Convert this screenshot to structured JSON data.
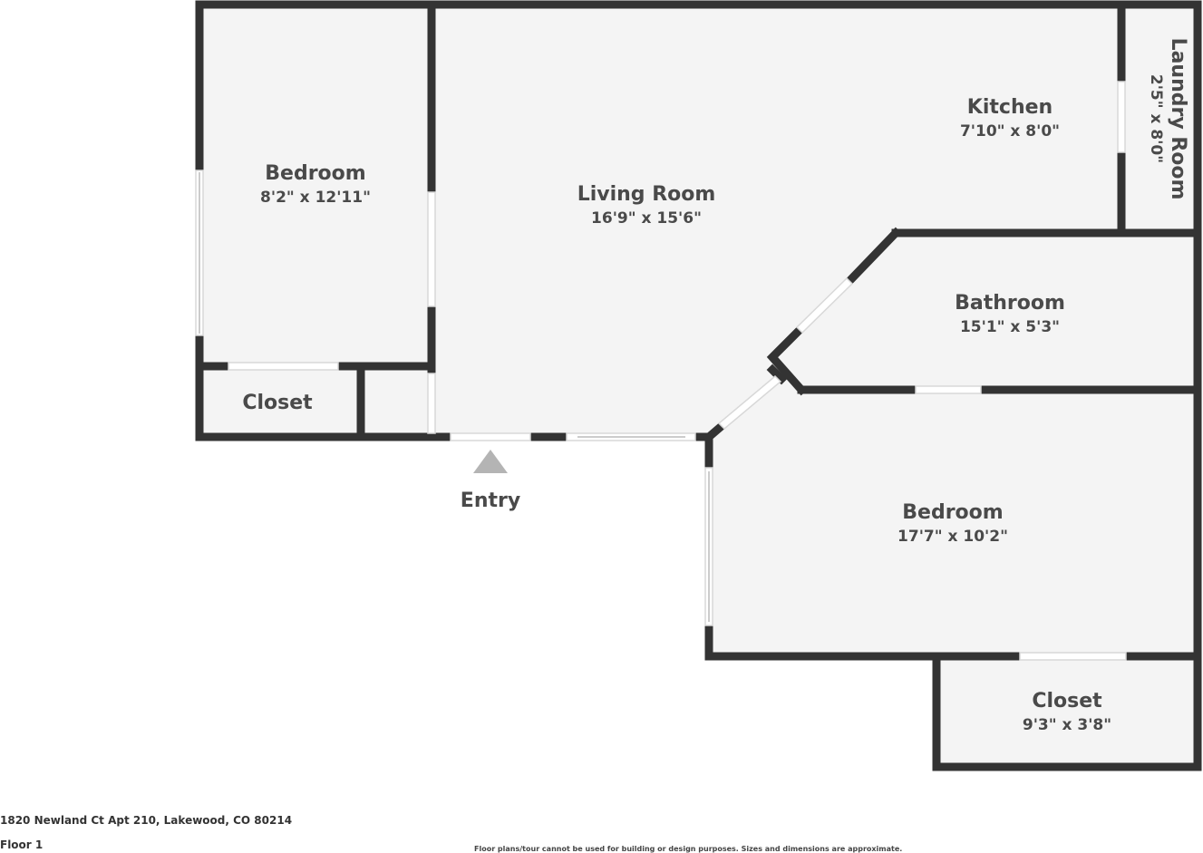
{
  "rooms": {
    "bedroom_1": {
      "name": "Bedroom",
      "dims": "8'2\" x 12'11\""
    },
    "living_room": {
      "name": "Living Room",
      "dims": "16'9\" x 15'6\""
    },
    "kitchen": {
      "name": "Kitchen",
      "dims": "7'10\" x 8'0\""
    },
    "laundry_room": {
      "name": "Laundry Room",
      "dims": "2'5\" x 8'0\""
    },
    "bathroom": {
      "name": "Bathroom",
      "dims": "15'1\" x 5'3\""
    },
    "closet_1": {
      "name": "Closet"
    },
    "bedroom_2": {
      "name": "Bedroom",
      "dims": "17'7\" x 10'2\""
    },
    "closet_2": {
      "name": "Closet",
      "dims": "9'3\" x 3'8\""
    }
  },
  "entry": {
    "label": "Entry"
  },
  "footer": {
    "address": "1820 Newland Ct Apt 210, Lakewood, CO 80214",
    "floor": "Floor 1",
    "disclaimer": "Floor plans/tour cannot be used for building or design purposes. Sizes and dimensions are approximate."
  },
  "colors": {
    "wall": "#333333",
    "floor": "#f4f4f4",
    "opening": "#ffffff",
    "entry_marker": "#b4b4b4"
  }
}
